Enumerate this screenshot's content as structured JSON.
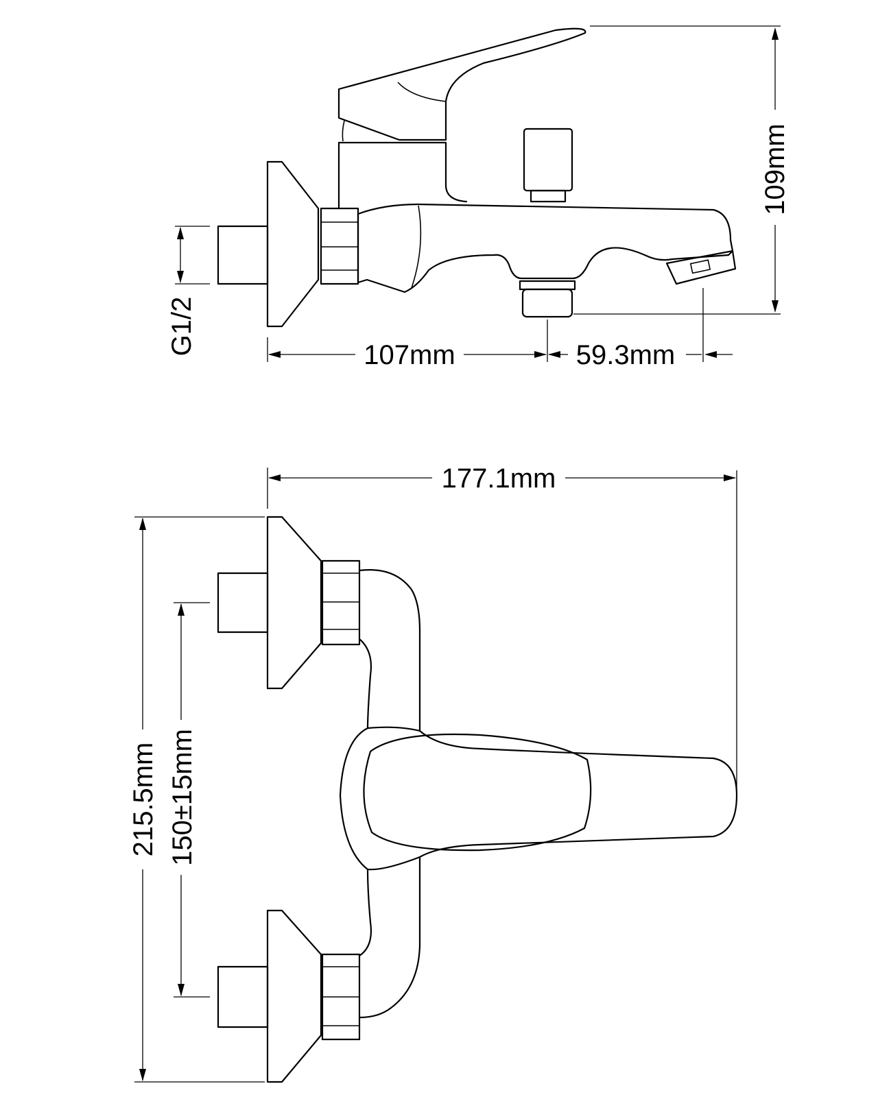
{
  "side_view": {
    "dim_height": "109mm",
    "dim_pipe": "G1/2",
    "dim_body_length": "107mm",
    "dim_spout_offset": "59.3mm"
  },
  "top_view": {
    "dim_width": "177.1mm",
    "dim_total_height": "215.5mm",
    "dim_center_distance": "150±15mm"
  }
}
